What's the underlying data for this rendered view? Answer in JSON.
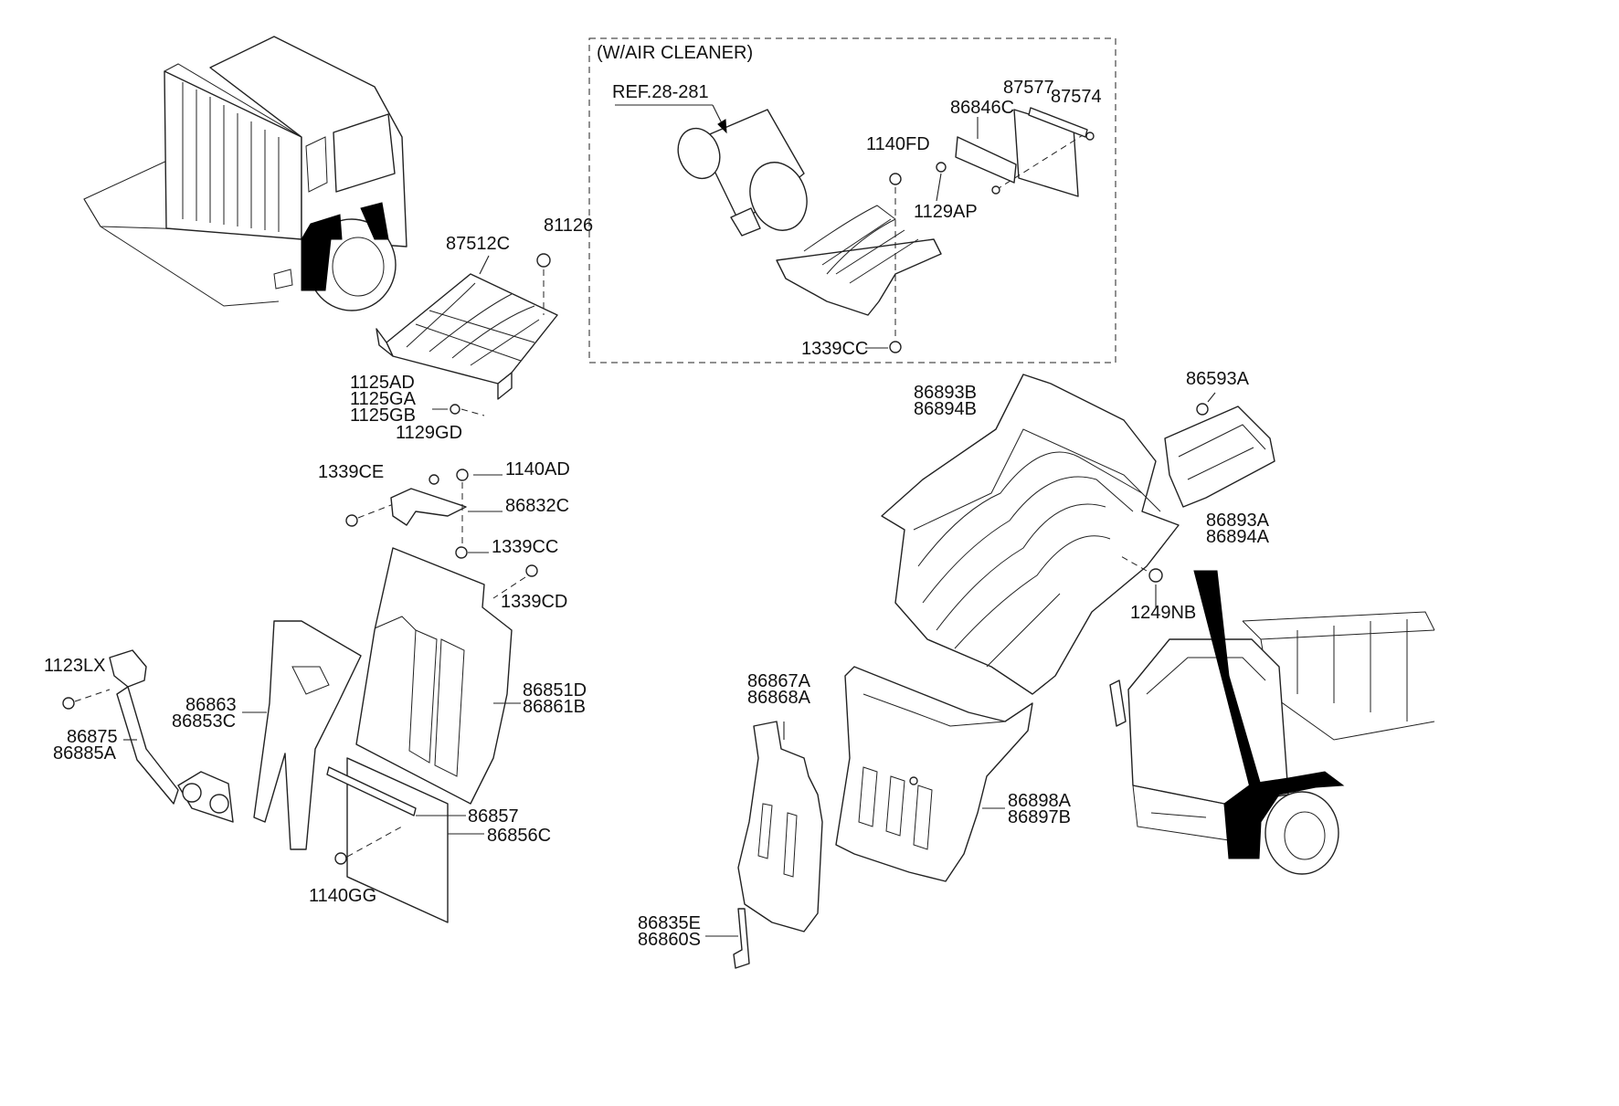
{
  "inset": {
    "title": "(W/AIR CLEANER)"
  },
  "labels": [
    {
      "id": "ref-28-281",
      "text": "REF.28-281"
    },
    {
      "id": "87577",
      "text": "87577"
    },
    {
      "id": "87574",
      "text": "87574"
    },
    {
      "id": "86846C",
      "text": "86846C"
    },
    {
      "id": "1140FD",
      "text": "1140FD"
    },
    {
      "id": "1129AP",
      "text": "1129AP"
    },
    {
      "id": "1339CC-inset",
      "text": "1339CC"
    },
    {
      "id": "87512C",
      "text": "87512C"
    },
    {
      "id": "81126",
      "text": "81126"
    },
    {
      "id": "1125AD",
      "text": "1125AD"
    },
    {
      "id": "1125GA",
      "text": "1125GA"
    },
    {
      "id": "1125GB",
      "text": "1125GB"
    },
    {
      "id": "1129GD",
      "text": "1129GD"
    },
    {
      "id": "1339CE",
      "text": "1339CE"
    },
    {
      "id": "1140AD",
      "text": "1140AD"
    },
    {
      "id": "86832C",
      "text": "86832C"
    },
    {
      "id": "1339CC",
      "text": "1339CC"
    },
    {
      "id": "1339CD",
      "text": "1339CD"
    },
    {
      "id": "1123LX",
      "text": "1123LX"
    },
    {
      "id": "86863",
      "text": "86863"
    },
    {
      "id": "86853C",
      "text": "86853C"
    },
    {
      "id": "86851D",
      "text": "86851D"
    },
    {
      "id": "86861B",
      "text": "86861B"
    },
    {
      "id": "86875",
      "text": "86875"
    },
    {
      "id": "86885A",
      "text": "86885A"
    },
    {
      "id": "86857",
      "text": "86857"
    },
    {
      "id": "86856C",
      "text": "86856C"
    },
    {
      "id": "1140GG",
      "text": "1140GG"
    },
    {
      "id": "86893B",
      "text": "86893B"
    },
    {
      "id": "86894B",
      "text": "86894B"
    },
    {
      "id": "86593A",
      "text": "86593A"
    },
    {
      "id": "86893A",
      "text": "86893A"
    },
    {
      "id": "86894A",
      "text": "86894A"
    },
    {
      "id": "1249NB",
      "text": "1249NB"
    },
    {
      "id": "86867A",
      "text": "86867A"
    },
    {
      "id": "86868A",
      "text": "86868A"
    },
    {
      "id": "86898A",
      "text": "86898A"
    },
    {
      "id": "86897B",
      "text": "86897B"
    },
    {
      "id": "86835E",
      "text": "86835E"
    },
    {
      "id": "86860S",
      "text": "86860S"
    }
  ]
}
